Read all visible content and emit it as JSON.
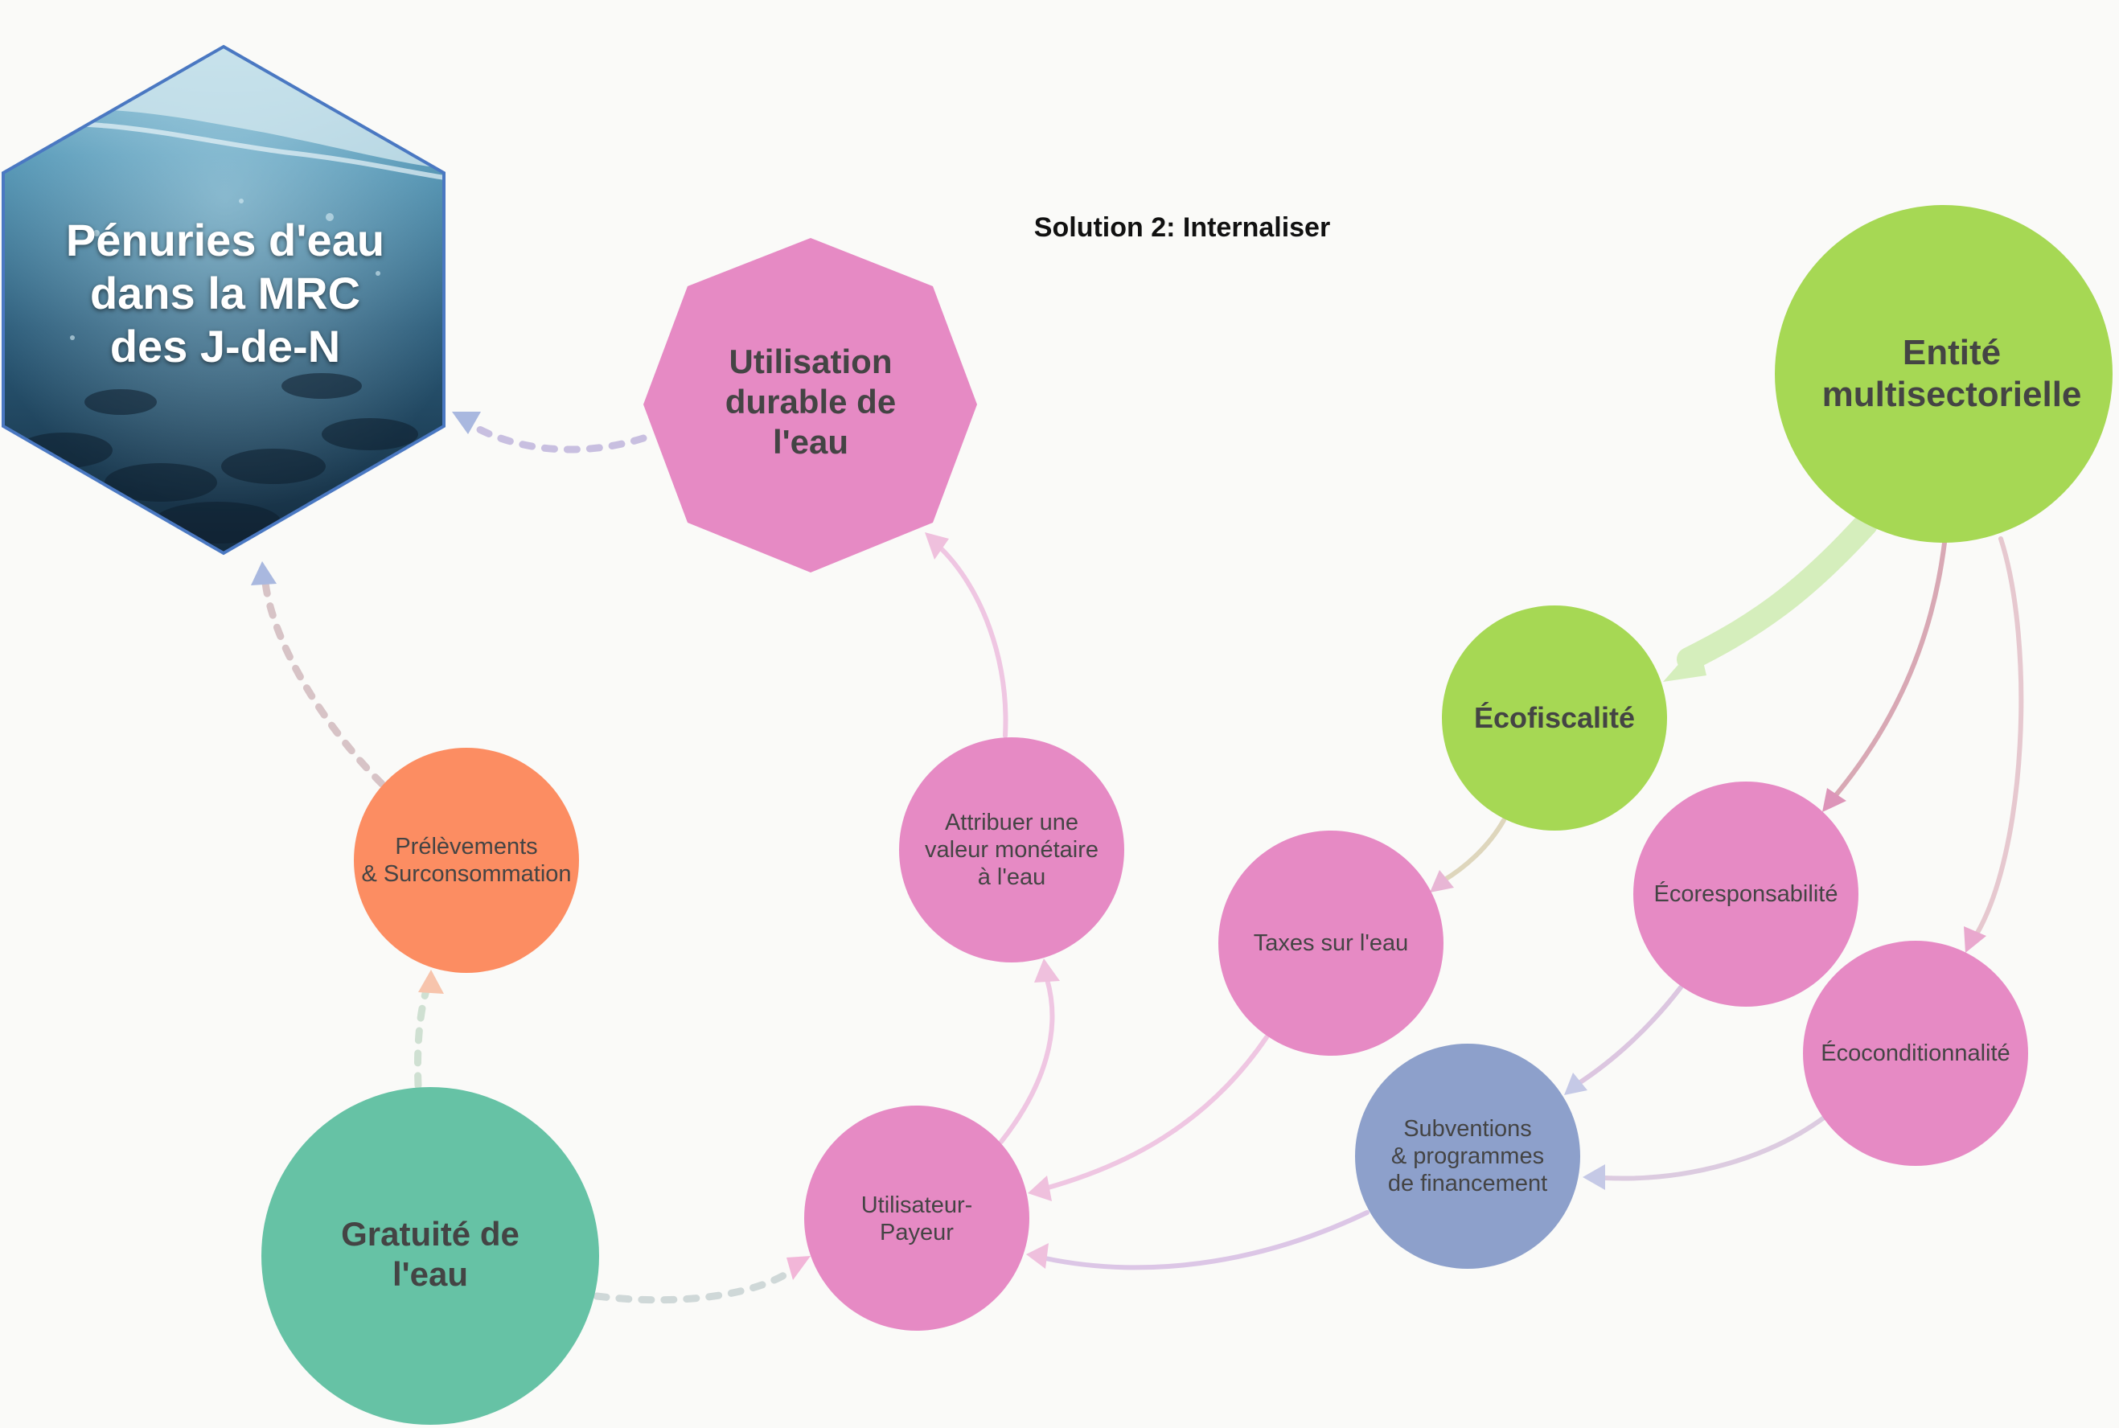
{
  "title": "Solution 2: Internaliser",
  "nodes": {
    "penuries": {
      "label": "Pénuries d'eau\ndans la MRC\ndes J-de-N",
      "shape": "hexagon",
      "color": "#3a6a86"
    },
    "utilisation": {
      "label": "Utilisation\ndurable de\nl'eau",
      "shape": "octagon",
      "color": "#e68ac4"
    },
    "entite": {
      "label": "Entité\nmultisectorielle",
      "shape": "circle",
      "color": "#a6d854"
    },
    "ecofiscalite": {
      "label": "Écofiscalité",
      "shape": "circle",
      "color": "#a6d854"
    },
    "prelevements": {
      "label": "Prélèvements\n& Surconsommation",
      "shape": "circle",
      "color": "#fc8d62"
    },
    "attribuer": {
      "label": "Attribuer une\nvaleur monétaire\nà l'eau",
      "shape": "circle",
      "color": "#e68ac4"
    },
    "taxes": {
      "label": "Taxes sur l'eau",
      "shape": "circle",
      "color": "#e68ac4"
    },
    "ecoresponsabilite": {
      "label": "Écoresponsabilité",
      "shape": "circle",
      "color": "#e68ac4"
    },
    "ecoconditionnalite": {
      "label": "Écoconditionnalité",
      "shape": "circle",
      "color": "#e68ac4"
    },
    "subventions": {
      "label": "Subventions\n& programmes\nde financement",
      "shape": "circle",
      "color": "#8da0cb"
    },
    "utilisateur": {
      "label": "Utilisateur-\nPayeur",
      "shape": "circle",
      "color": "#e68ac4"
    },
    "gratuite": {
      "label": "Gratuité de\nl'eau",
      "shape": "circle",
      "color": "#66c2a5"
    }
  },
  "edges": [
    {
      "from": "entite",
      "to": "ecofiscalite",
      "style": "solid-thick"
    },
    {
      "from": "entite",
      "to": "ecoresponsabilite",
      "style": "solid"
    },
    {
      "from": "entite",
      "to": "ecoconditionnalite",
      "style": "solid"
    },
    {
      "from": "ecofiscalite",
      "to": "taxes",
      "style": "solid"
    },
    {
      "from": "ecoresponsabilite",
      "to": "subventions",
      "style": "solid"
    },
    {
      "from": "ecoconditionnalite",
      "to": "subventions",
      "style": "solid"
    },
    {
      "from": "taxes",
      "to": "utilisateur",
      "style": "solid"
    },
    {
      "from": "subventions",
      "to": "utilisateur",
      "style": "solid"
    },
    {
      "from": "utilisateur",
      "to": "attribuer",
      "style": "solid"
    },
    {
      "from": "attribuer",
      "to": "utilisation",
      "style": "solid"
    },
    {
      "from": "utilisation",
      "to": "penuries",
      "style": "dotted"
    },
    {
      "from": "gratuite",
      "to": "utilisateur",
      "style": "dotted"
    },
    {
      "from": "gratuite",
      "to": "prelevements",
      "style": "dotted"
    },
    {
      "from": "prelevements",
      "to": "penuries",
      "style": "dotted"
    }
  ]
}
